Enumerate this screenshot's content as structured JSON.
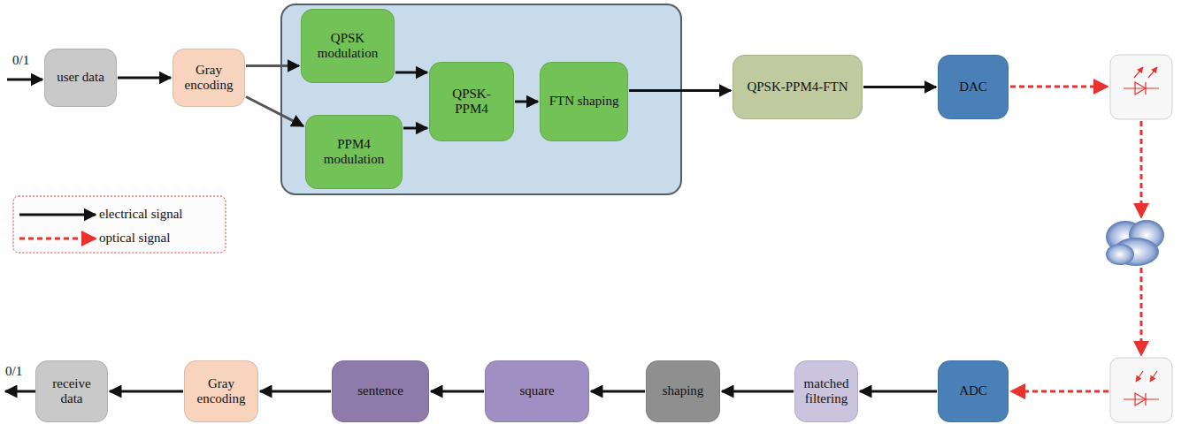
{
  "diagram": {
    "nodes": [
      {
        "text": [
          "user data"
        ]
      },
      {
        "text": [
          "Gray encoding"
        ]
      },
      {
        "text": [
          "QPSK modulation"
        ]
      },
      {
        "text": [
          "PPM4 modulation"
        ]
      },
      {
        "text": [
          "QPSK- PPM4"
        ]
      },
      {
        "text": [
          "FTN shaping"
        ]
      },
      {
        "text": [
          "QPSK-PPM4-FTN"
        ]
      },
      {
        "text": [
          "DAC"
        ]
      },
      {
        "text": [
          "ADC"
        ]
      },
      {
        "text": [
          "matched filtering"
        ]
      },
      {
        "text": [
          "shaping"
        ]
      },
      {
        "text": [
          "square"
        ]
      },
      {
        "text": [
          "sentence"
        ]
      },
      {
        "text": [
          "Gray encoding"
        ]
      },
      {
        "text": [
          "receive data"
        ]
      }
    ],
    "edges": [
      {
        "from": 0,
        "to": 1,
        "arrow": "to"
      },
      {
        "from": 1,
        "to": 2,
        "arrow": "to"
      },
      {
        "from": 1,
        "to": 3,
        "arrow": "to"
      },
      {
        "from": 2,
        "to": 4,
        "arrow": "to"
      },
      {
        "from": 3,
        "to": 4,
        "arrow": "to"
      },
      {
        "from": 4,
        "to": 5,
        "arrow": "to"
      },
      {
        "from": 5,
        "to": 6,
        "arrow": "to"
      },
      {
        "from": 6,
        "to": 7,
        "arrow": "to"
      },
      {
        "from": 8,
        "to": 9,
        "arrow": "to"
      },
      {
        "from": 9,
        "to": 10,
        "arrow": "to"
      },
      {
        "from": 10,
        "to": 11,
        "arrow": "to"
      },
      {
        "from": 11,
        "to": 12,
        "arrow": "to"
      },
      {
        "from": 12,
        "to": 13,
        "arrow": "to"
      },
      {
        "from": 13,
        "to": 14,
        "arrow": "to"
      }
    ],
    "labels": [
      "0/1",
      "0/1"
    ],
    "legend": [
      {
        "text": "electrical signal"
      },
      {
        "text": "optical signal"
      }
    ]
  }
}
